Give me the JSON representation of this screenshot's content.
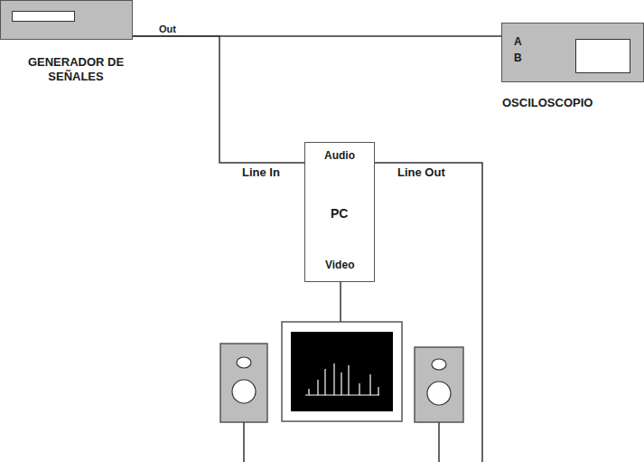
{
  "diagram": {
    "nodes": [
      {
        "text": [
          "GENERADOR DE SEÑALES"
        ]
      },
      {
        "text": [
          "OSCILOSCOPIO"
        ]
      },
      {
        "text": [
          "Audio",
          "PC",
          "Video"
        ]
      }
    ],
    "edges": [
      {
        "from": 0,
        "to": 1,
        "arrow": "none"
      },
      {
        "from": 0,
        "to": 2,
        "arrow": "none"
      }
    ],
    "labels": [
      "Out",
      "A",
      "B",
      "Line In",
      "Line Out"
    ]
  }
}
